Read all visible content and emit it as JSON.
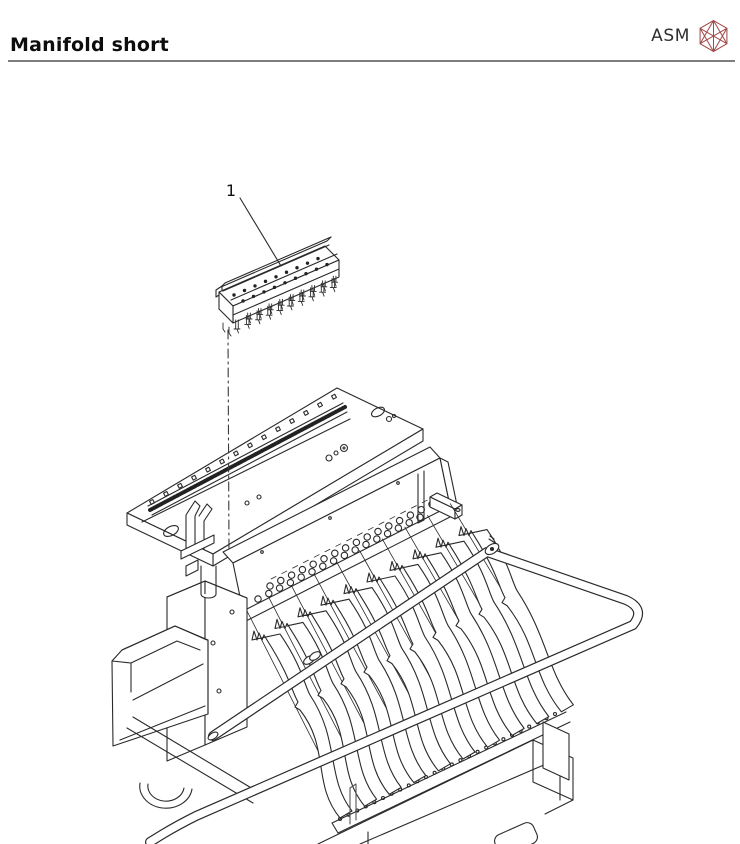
{
  "page": {
    "title": "Manifold short"
  },
  "brand": {
    "name": "ASM"
  },
  "colors": {
    "line": "#2a2a2a",
    "rule": "#7e7e7e",
    "logo": "#a14a4a",
    "title": "#0d0d0d"
  },
  "diagram": {
    "callout_label": "1",
    "lane_count": 10,
    "block_hole_cols": 16,
    "table_tick_count": 14,
    "sill_loop_count": 26,
    "manifold_dot_cols": 9,
    "manifold_nozzle_count": 10
  }
}
